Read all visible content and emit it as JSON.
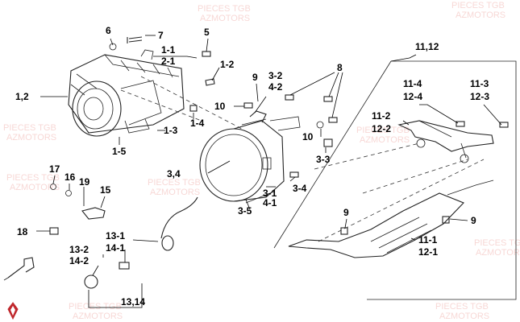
{
  "watermark": {
    "line1": "PIECES TGB",
    "line2": "AZMOTORS"
  },
  "callouts": {
    "c6": "6",
    "c7": "7",
    "c5": "5",
    "c1_1": "1-1",
    "c2_1": "2-1",
    "c1_2": "1-2",
    "c1_2_main": "1,2",
    "c1_3": "1-3",
    "c1_4": "1-4",
    "c1_5": "1-5",
    "c9a": "9",
    "c10a": "10",
    "c3_2": "3-2",
    "c4_2": "4-2",
    "c8": "8",
    "c10b": "10",
    "c3_3": "3-3",
    "c3_4_main": "3,4",
    "c3_1": "3-1",
    "c4_1": "4-1",
    "c3_4": "3-4",
    "c3_5": "3-5",
    "c11_12": "11,12",
    "c11_4": "11-4",
    "c12_4": "12-4",
    "c11_3": "11-3",
    "c12_3": "12-3",
    "c11_2": "11-2",
    "c12_2": "12-2",
    "c9b": "9",
    "c9c": "9",
    "c11_1": "11-1",
    "c12_1": "12-1",
    "c17": "17",
    "c16": "16",
    "c19": "19",
    "c15": "15",
    "c18": "18",
    "c13_1": "13-1",
    "c14_1": "14-1",
    "c13_2": "13-2",
    "c14_2": "14-2",
    "c13_14": "13,14"
  },
  "colors": {
    "watermark": "#f2b8b4",
    "logo": "#c0282d",
    "line": "#222222"
  }
}
